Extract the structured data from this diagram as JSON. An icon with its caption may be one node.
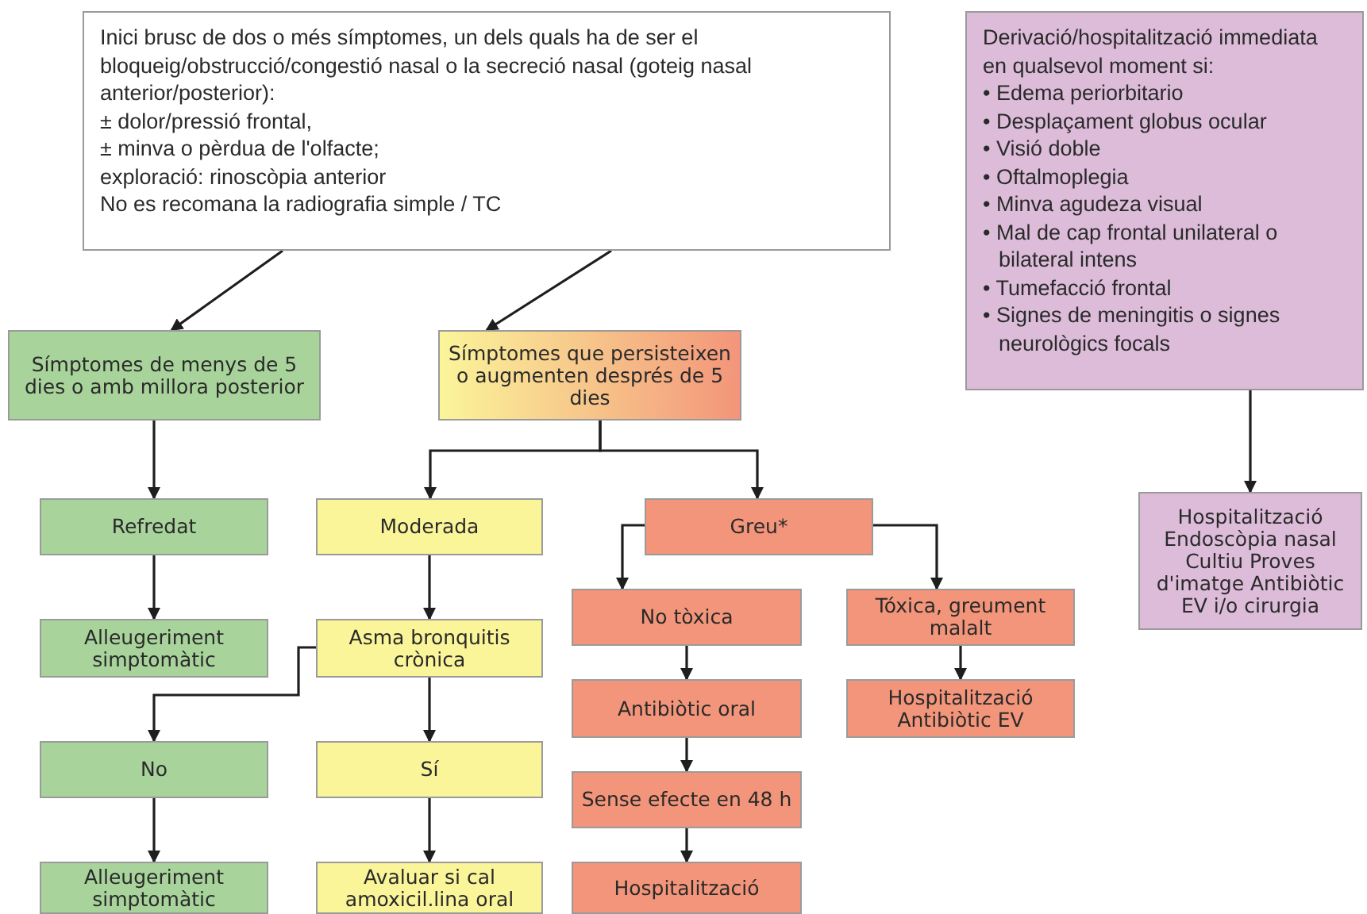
{
  "diagram": {
    "nodes": [
      {
        "text": [
          "Inici brusc de dos o més símptomes, un dels quals ha de ser el bloqueig/obstrucció/congestió nasal o la secreció nasal (goteig nasal anterior/posterior):",
          "± dolor/pressió frontal,",
          "± minva o pèrdua de l'olfacte;",
          "exploració: rinoscòpia anterior",
          "No es recomana la radiografia simple / TC"
        ]
      },
      {
        "text": [
          "Símptomes de menys de 5 dies o amb millora posterior"
        ]
      },
      {
        "text": [
          "Símptomes que persisteixen o augmenten després de 5 dies"
        ]
      },
      {
        "text": [
          "Refredat"
        ]
      },
      {
        "text": [
          "Alleugeriment simptomàtic"
        ]
      },
      {
        "text": [
          "No"
        ]
      },
      {
        "text": [
          "Alleugeriment simptomàtic"
        ]
      },
      {
        "text": [
          "Moderada"
        ]
      },
      {
        "text": [
          "Asma bronquitis crònica"
        ]
      },
      {
        "text": [
          "Sí"
        ]
      },
      {
        "text": [
          "Avaluar si cal amoxicil.lina oral"
        ]
      },
      {
        "text": [
          "Greu*"
        ]
      },
      {
        "text": [
          "No tòxica"
        ]
      },
      {
        "text": [
          "Antibiòtic oral"
        ]
      },
      {
        "text": [
          "Sense efecte en 48 h"
        ]
      },
      {
        "text": [
          "Hospitalització"
        ]
      },
      {
        "text": [
          "Tóxica, greument malalt"
        ]
      },
      {
        "text": [
          "Hospitalització Antibiòtic EV"
        ]
      },
      {
        "text": [
          "Derivació/hospitalització immediata en qualsevol moment si:",
          "• Edema periorbitario",
          "• Desplaçament globus ocular",
          "• Visió doble",
          "• Oftalmoplegia",
          "• Minva agudeza visual",
          "• Mal de cap frontal unilateral o bilateral intens",
          "• Tumefacció frontal",
          "• Signes de meningitis o signes neurològics focals"
        ]
      },
      {
        "text": [
          "Hospitalització Endoscòpia nasal Cultiu Proves d'imatge Antibiòtic EV i/o cirurgia"
        ]
      }
    ],
    "edges": [
      {
        "from": 0,
        "to": 1,
        "arrow": "to"
      },
      {
        "from": 0,
        "to": 2,
        "arrow": "to"
      },
      {
        "from": 1,
        "to": 3,
        "arrow": "to"
      },
      {
        "from": 3,
        "to": 4,
        "arrow": "to"
      },
      {
        "from": 2,
        "to": 7,
        "arrow": "to"
      },
      {
        "from": 2,
        "to": 11,
        "arrow": "to"
      },
      {
        "from": 7,
        "to": 8,
        "arrow": "to"
      },
      {
        "from": 8,
        "to": 5,
        "arrow": "to"
      },
      {
        "from": 8,
        "to": 9,
        "arrow": "to"
      },
      {
        "from": 5,
        "to": 6,
        "arrow": "to"
      },
      {
        "from": 9,
        "to": 10,
        "arrow": "to"
      },
      {
        "from": 11,
        "to": 12,
        "arrow": "to"
      },
      {
        "from": 11,
        "to": 16,
        "arrow": "to"
      },
      {
        "from": 12,
        "to": 13,
        "arrow": "to"
      },
      {
        "from": 13,
        "to": 14,
        "arrow": "to"
      },
      {
        "from": 14,
        "to": 15,
        "arrow": "to"
      },
      {
        "from": 16,
        "to": 17,
        "arrow": "to"
      },
      {
        "from": 18,
        "to": 19,
        "arrow": "to"
      }
    ]
  }
}
